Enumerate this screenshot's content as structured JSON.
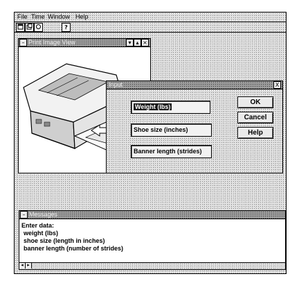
{
  "app": {
    "menu": [
      "File",
      "Time",
      "Window",
      "Help"
    ],
    "toolbar_icons": [
      "window-icon",
      "window-icon",
      "window-icon",
      "help-icon"
    ],
    "toolbar_help_glyph": "?"
  },
  "image_window": {
    "title": "Print Image View"
  },
  "input_dialog": {
    "title": "Input",
    "close_glyph": "X",
    "fields": [
      {
        "value": "Weight (lbs)"
      },
      {
        "value": "Shoe size (inches)"
      },
      {
        "value": "Banner length (strides)"
      }
    ],
    "buttons": {
      "ok": "OK",
      "cancel": "Cancel",
      "help": "Help"
    }
  },
  "messages_window": {
    "title": "Messages",
    "lines": [
      "Enter data:",
      "weight (lbs)",
      "shoe size (length in inches)",
      "banner length (number of strides)"
    ]
  },
  "colors": {
    "screen_bg": "#e2e2e2",
    "titlebar_dither": "#9a9a9a",
    "selection": "#1a1a1a"
  }
}
